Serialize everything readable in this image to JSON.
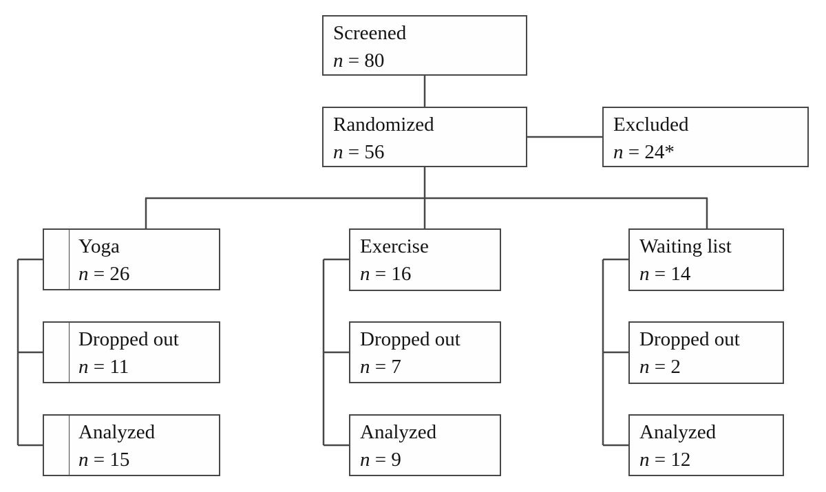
{
  "colors": {
    "border": "#474747",
    "line": "#474747",
    "text": "#141414",
    "background": "#ffffff"
  },
  "nodes": {
    "screened": {
      "label": "Screened",
      "n": "n",
      "value": "= 80"
    },
    "randomized": {
      "label": "Randomized",
      "n": "n",
      "value": "= 56"
    },
    "excluded": {
      "label": "Excluded",
      "n": "n",
      "value": "= 24*"
    },
    "yoga": {
      "label": "Yoga",
      "n": "n",
      "value": "= 26"
    },
    "yoga_dropped": {
      "label": "Dropped out",
      "n": "n",
      "value": "= 11"
    },
    "yoga_analyzed": {
      "label": "Analyzed",
      "n": "n",
      "value": "= 15"
    },
    "exercise": {
      "label": "Exercise",
      "n": "n",
      "value": "= 16"
    },
    "exercise_dropped": {
      "label": "Dropped out",
      "n": "n",
      "value": "= 7"
    },
    "exercise_analyzed": {
      "label": "Analyzed",
      "n": "n",
      "value": "= 9"
    },
    "waiting": {
      "label": "Waiting list",
      "n": "n",
      "value": "= 14"
    },
    "waiting_dropped": {
      "label": "Dropped out",
      "n": "n",
      "value": "= 2"
    },
    "waiting_analyzed": {
      "label": "Analyzed",
      "n": "n",
      "value": "= 12"
    }
  }
}
